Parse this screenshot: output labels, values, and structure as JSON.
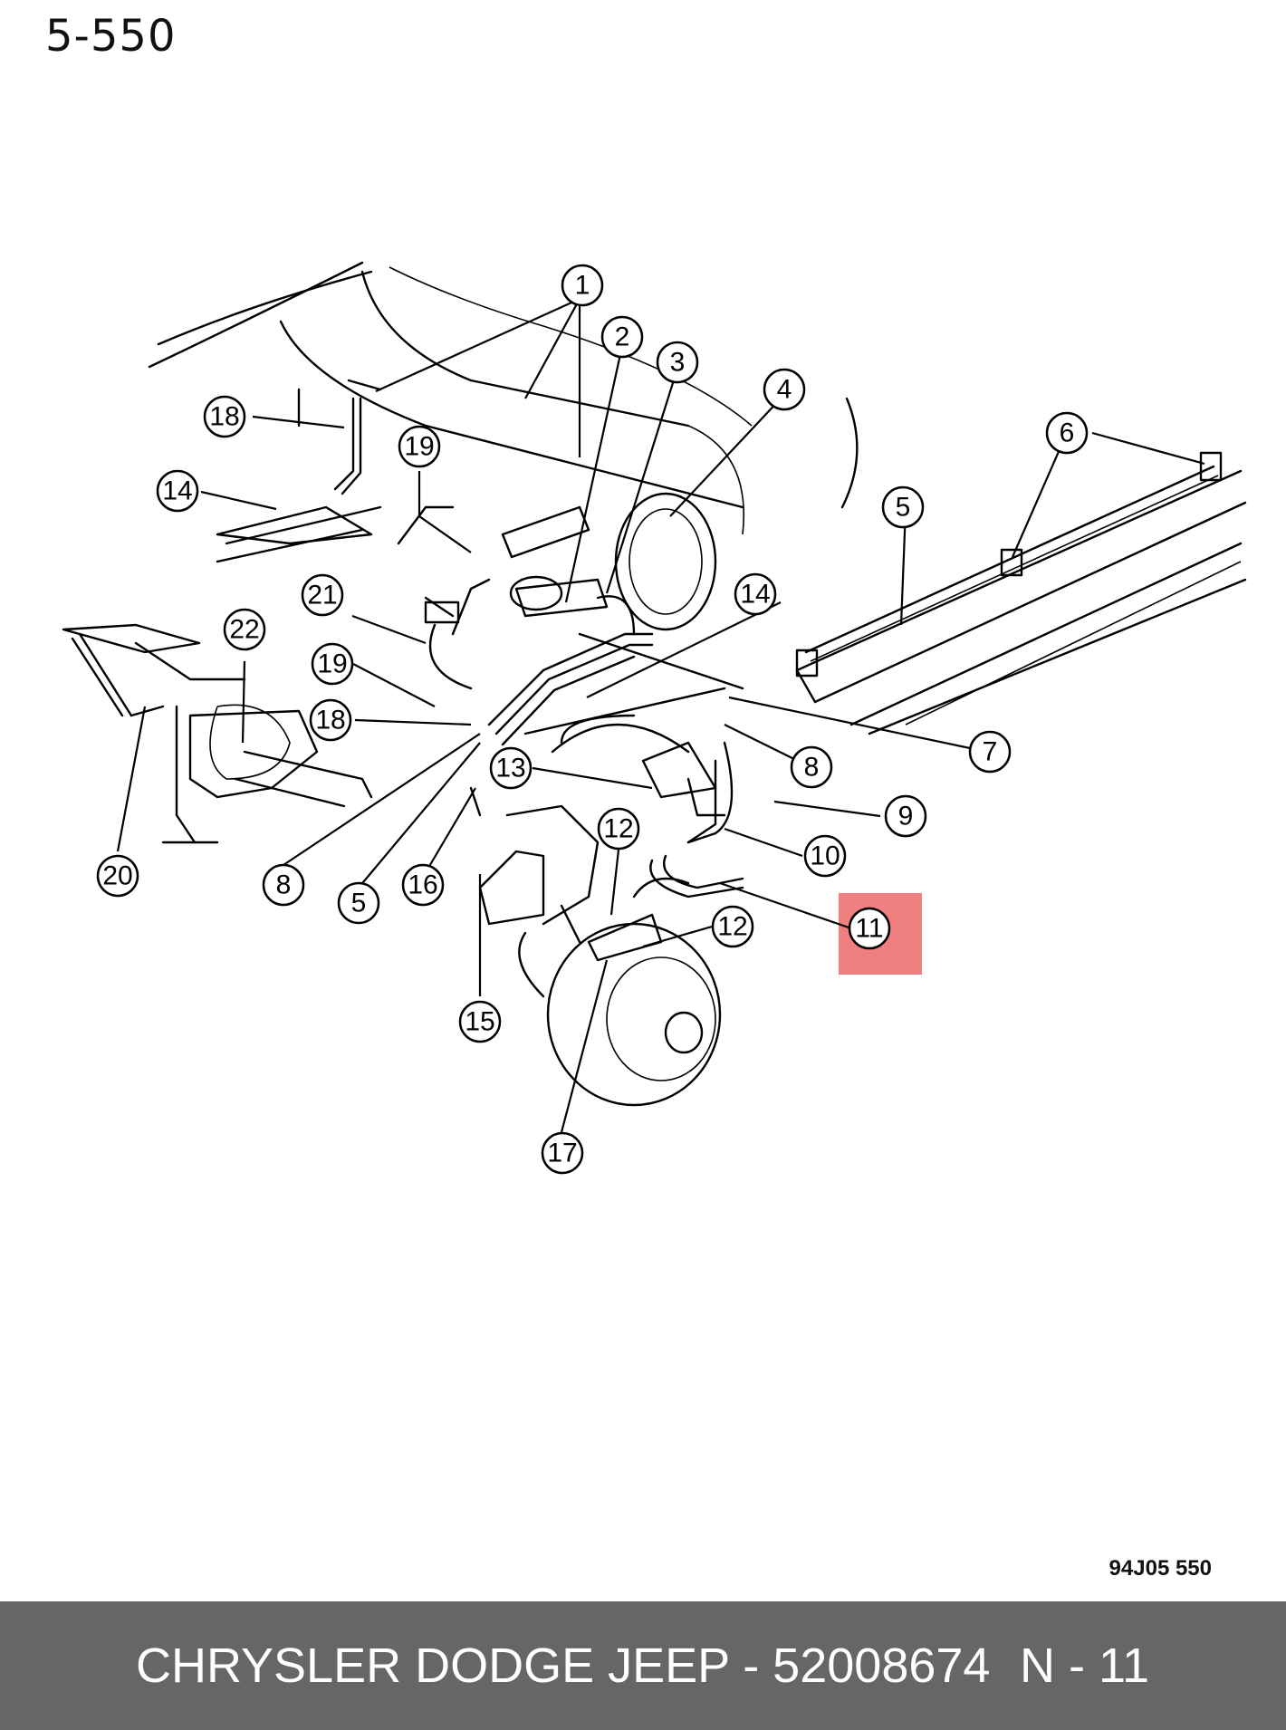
{
  "page_title": "5-550",
  "drawing_code": "94J05  550",
  "footer": {
    "left": "CHRYSLER DODGE JEEP - 52008674",
    "right": "N - 11"
  },
  "highlight_color": "#f08080",
  "callouts": {
    "c1": "1",
    "c2": "2",
    "c3": "3",
    "c4": "4",
    "c5a": "5",
    "c5b": "5",
    "c6": "6",
    "c7": "7",
    "c8a": "8",
    "c8b": "8",
    "c9": "9",
    "c10": "10",
    "c11": "11",
    "c12a": "12",
    "c12b": "12",
    "c13": "13",
    "c14a": "14",
    "c14b": "14",
    "c15": "15",
    "c16": "16",
    "c17": "17",
    "c18a": "18",
    "c18b": "18",
    "c19a": "19",
    "c19b": "19",
    "c20": "20",
    "c21": "21",
    "c22": "22"
  }
}
